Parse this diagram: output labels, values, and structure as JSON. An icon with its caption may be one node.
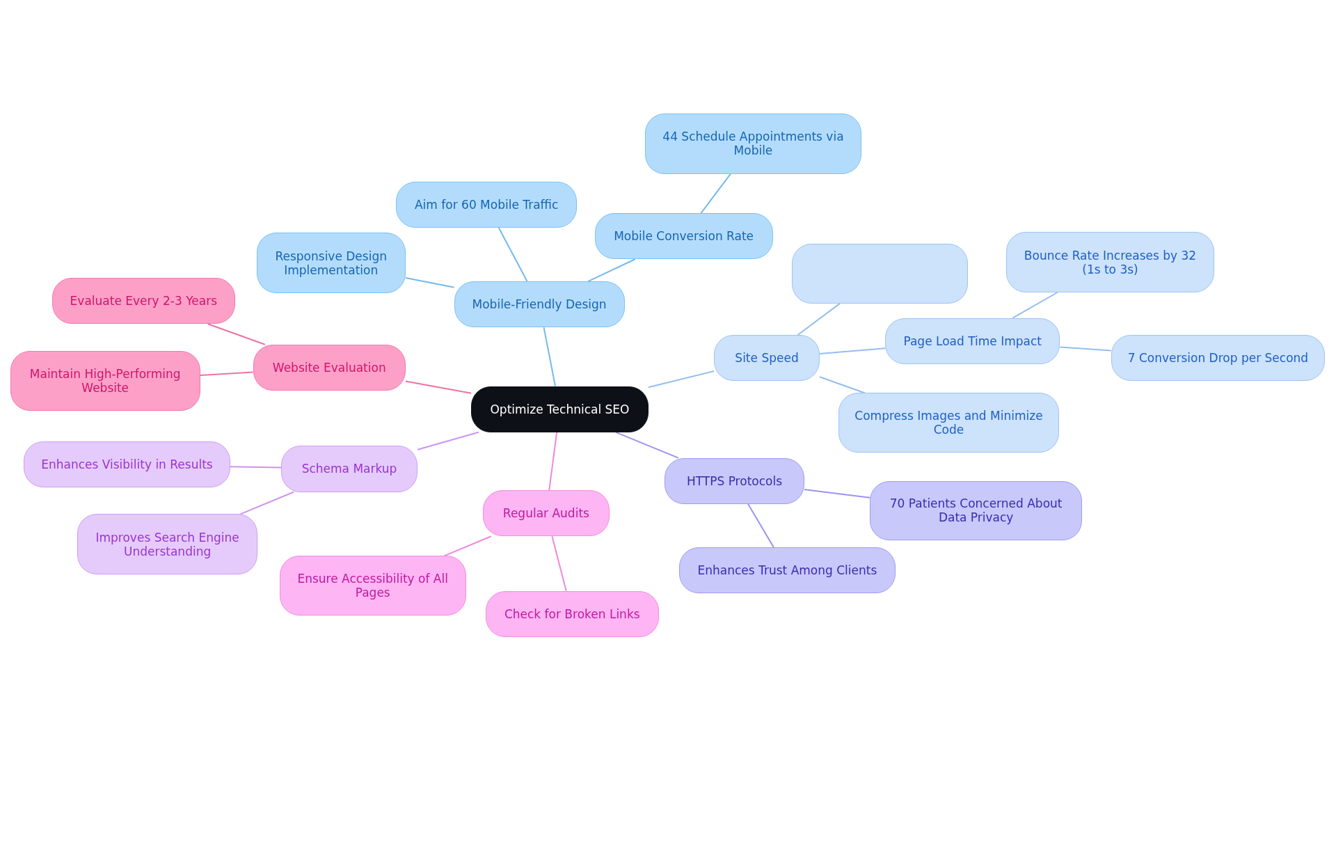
{
  "diagram": {
    "nodes": [
      {
        "text": [
          "Optimize Technical SEO"
        ]
      },
      {
        "text": [
          "Mobile-Friendly Design"
        ]
      },
      {
        "text": [
          "Responsive Design Implementation"
        ]
      },
      {
        "text": [
          "Aim for 60 Mobile Traffic"
        ]
      },
      {
        "text": [
          "Mobile Conversion Rate"
        ]
      },
      {
        "text": [
          "44 Schedule Appointments via Mobile"
        ]
      },
      {
        "text": [
          "Site Speed"
        ]
      },
      {
        "text": [],
        "shape": "box"
      },
      {
        "text": [
          "Page Load Time Impact"
        ]
      },
      {
        "text": [
          "Bounce Rate Increases by 32 (1s to 3s)"
        ]
      },
      {
        "text": [
          "7 Conversion Drop per Second"
        ]
      },
      {
        "text": [
          "Compress Images and Minimize Code"
        ]
      },
      {
        "text": [
          "HTTPS Protocols"
        ]
      },
      {
        "text": [
          "70 Patients Concerned About Data Privacy"
        ]
      },
      {
        "text": [
          "Enhances Trust Among Clients"
        ]
      },
      {
        "text": [
          "Regular Audits"
        ]
      },
      {
        "text": [
          "Ensure Accessibility of All Pages"
        ]
      },
      {
        "text": [
          "Check for Broken Links"
        ]
      },
      {
        "text": [
          "Schema Markup"
        ]
      },
      {
        "text": [
          "Enhances Visibility in Results"
        ]
      },
      {
        "text": [
          "Improves Search Engine Understanding"
        ]
      },
      {
        "text": [
          "Website Evaluation"
        ]
      },
      {
        "text": [
          "Evaluate Every 2-3 Years"
        ]
      },
      {
        "text": [
          "Maintain High-Performing Website"
        ]
      }
    ],
    "edges": [
      {
        "from": 0,
        "to": 1,
        "arrow": "none",
        "color": "#75b9ec"
      },
      {
        "from": 1,
        "to": 2,
        "arrow": "none",
        "color": "#75b9ec"
      },
      {
        "from": 1,
        "to": 3,
        "arrow": "none",
        "color": "#75b9ec"
      },
      {
        "from": 1,
        "to": 4,
        "arrow": "none",
        "color": "#75b9ec"
      },
      {
        "from": 4,
        "to": 5,
        "arrow": "none",
        "color": "#75b9ec"
      },
      {
        "from": 0,
        "to": 6,
        "arrow": "none",
        "color": "#93bdf0"
      },
      {
        "from": 6,
        "to": 7,
        "arrow": "none",
        "color": "#93bdf0"
      },
      {
        "from": 6,
        "to": 8,
        "arrow": "none",
        "color": "#93bdf0"
      },
      {
        "from": 8,
        "to": 9,
        "arrow": "none",
        "color": "#93bdf0"
      },
      {
        "from": 8,
        "to": 10,
        "arrow": "none",
        "color": "#93bdf0"
      },
      {
        "from": 6,
        "to": 11,
        "arrow": "none",
        "color": "#93bdf0"
      },
      {
        "from": 0,
        "to": 12,
        "arrow": "none",
        "color": "#9a94f1"
      },
      {
        "from": 12,
        "to": 13,
        "arrow": "none",
        "color": "#9a94f1"
      },
      {
        "from": 12,
        "to": 14,
        "arrow": "none",
        "color": "#9a94f1"
      },
      {
        "from": 0,
        "to": 15,
        "arrow": "none",
        "color": "#ef86e0"
      },
      {
        "from": 15,
        "to": 16,
        "arrow": "none",
        "color": "#ef86e0"
      },
      {
        "from": 15,
        "to": 17,
        "arrow": "none",
        "color": "#ef86e0"
      },
      {
        "from": 0,
        "to": 18,
        "arrow": "none",
        "color": "#cc93f0"
      },
      {
        "from": 18,
        "to": 19,
        "arrow": "none",
        "color": "#cc93f0"
      },
      {
        "from": 18,
        "to": 20,
        "arrow": "none",
        "color": "#cc93f0"
      },
      {
        "from": 0,
        "to": 21,
        "arrow": "none",
        "color": "#ec72a5"
      },
      {
        "from": 21,
        "to": 22,
        "arrow": "none",
        "color": "#ec72a5"
      },
      {
        "from": 21,
        "to": 23,
        "arrow": "none",
        "color": "#ec72a5"
      }
    ]
  }
}
